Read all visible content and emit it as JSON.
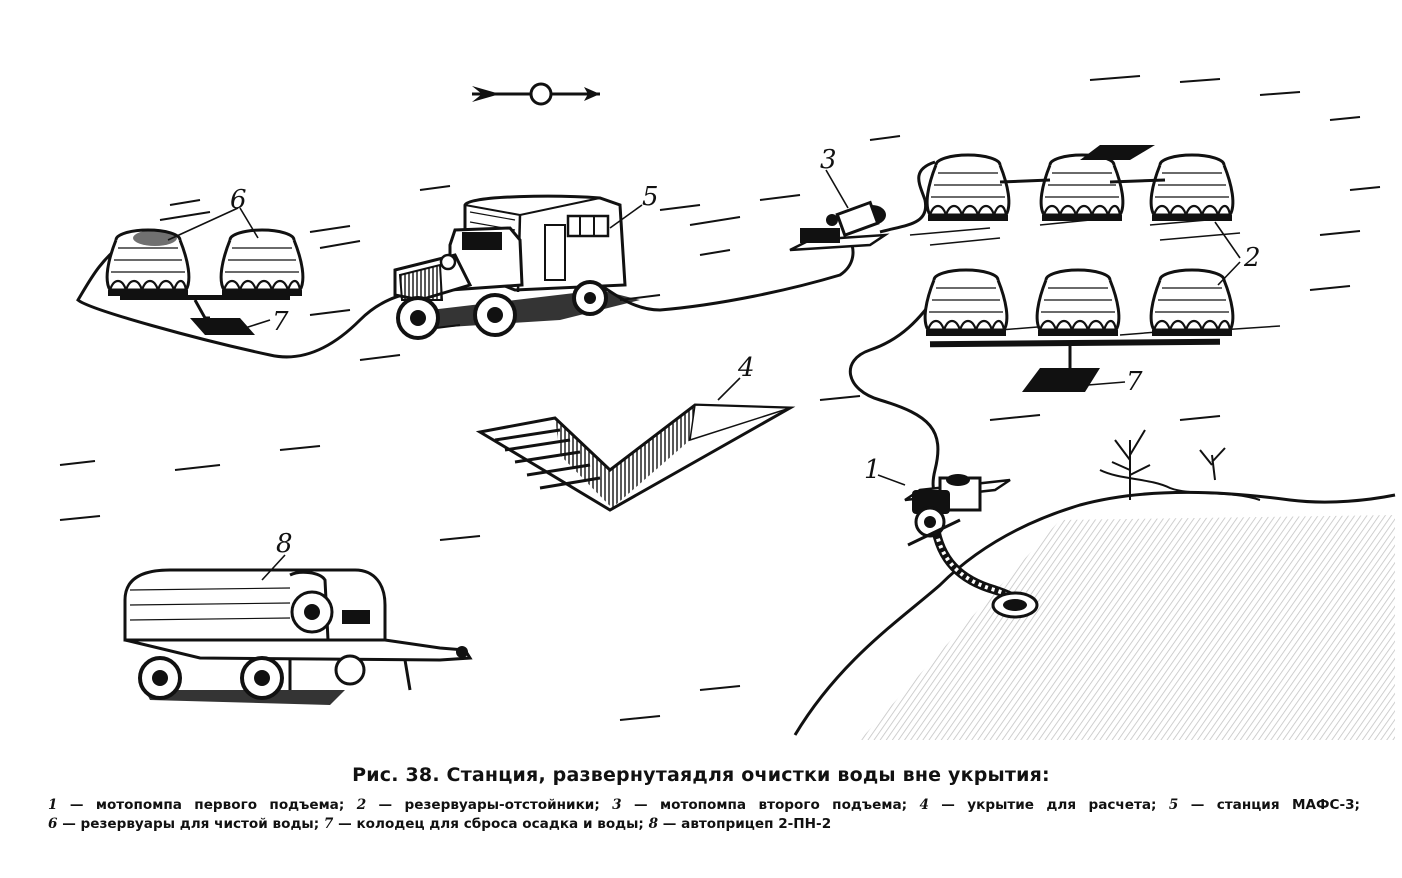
{
  "figure": {
    "labels": {
      "n1": "1",
      "n2": "2",
      "n3": "3",
      "n4": "4",
      "n5": "5",
      "n6": "6",
      "n7a": "7",
      "n7b": "7",
      "n8": "8"
    }
  },
  "caption": {
    "title": "Рис. 38. Станция, развернутаядля очистки воды вне укрытия:",
    "legend": [
      {
        "num": "1",
        "sep": " — ",
        "text": "мотопомпа первого подъема;"
      },
      {
        "num": "2",
        "sep": " — ",
        "text": "резервуары-отстойники;"
      },
      {
        "num": "3",
        "sep": " — ",
        "text": "мотопомпа второго подъема;"
      },
      {
        "num": "4",
        "sep": " — ",
        "text": "укрытие для расчета;"
      },
      {
        "num": "5",
        "sep": " — ",
        "text": "станция МАФС-3;"
      },
      {
        "num": "6",
        "sep": " — ",
        "text": "резервуары для чистой воды;"
      },
      {
        "num": "7",
        "sep": " — ",
        "text": "колодец для сброса осадка и воды;"
      },
      {
        "num": "8",
        "sep": " — ",
        "text": "автоприцеп 2-ПН-2"
      }
    ]
  }
}
